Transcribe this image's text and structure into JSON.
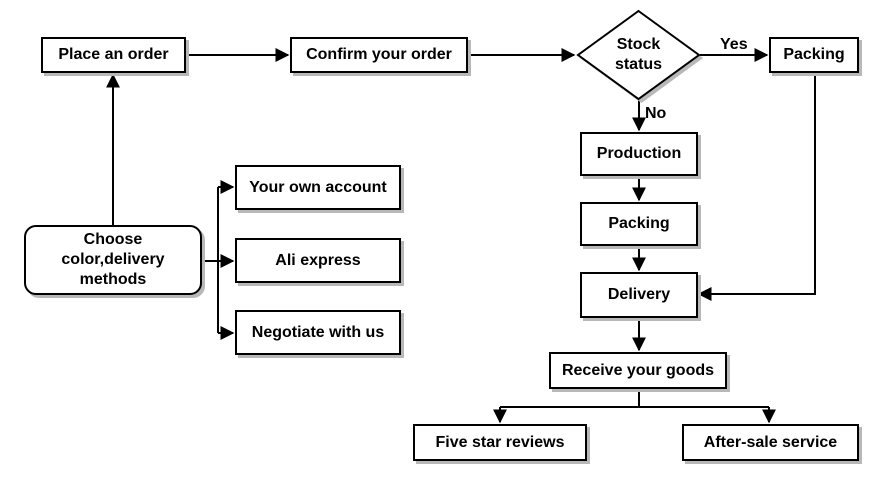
{
  "nodes": {
    "place_order": "Place an order",
    "confirm_order": "Confirm your order",
    "stock_status": "Stock status",
    "packing_top": "Packing",
    "production": "Production",
    "packing": "Packing",
    "delivery": "Delivery",
    "receive_goods": "Receive your goods",
    "five_star": "Five star reviews",
    "after_sale": "After-sale service",
    "choose": "Choose color,delivery methods",
    "own_account": "Your own account",
    "ali_express": "Ali express",
    "negotiate": "Negotiate with us"
  },
  "edge_labels": {
    "yes": "Yes",
    "no": "No"
  },
  "colors": {
    "stroke": "#000000",
    "shadow": "#b8b8b8",
    "fill": "#ffffff"
  }
}
